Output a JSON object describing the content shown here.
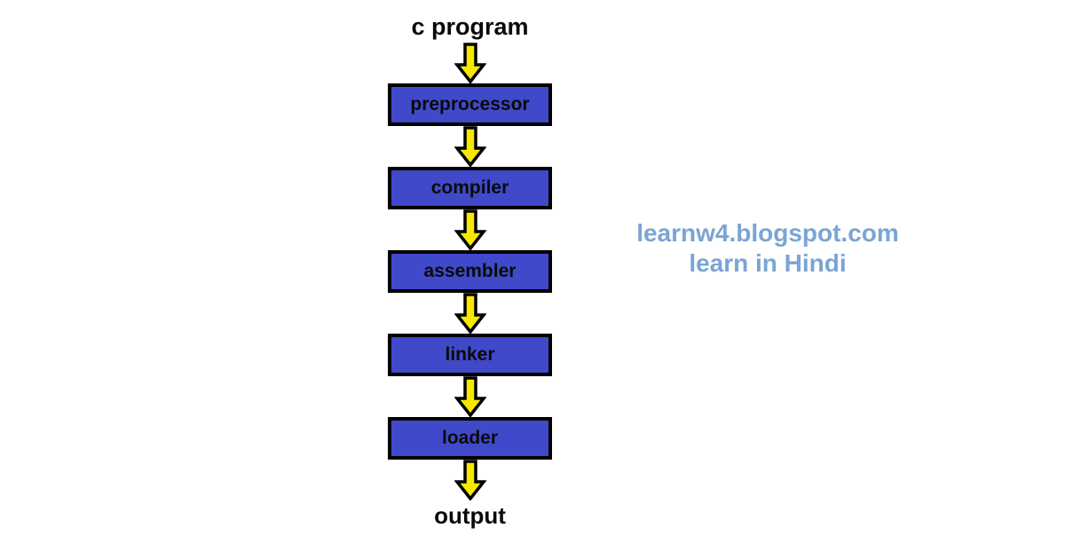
{
  "diagram": {
    "title": "c program",
    "stages": [
      {
        "label": "preprocessor"
      },
      {
        "label": "compiler"
      },
      {
        "label": "assembler"
      },
      {
        "label": "linker"
      },
      {
        "label": "loader"
      }
    ],
    "output_label": "output",
    "arrow_icon": "down-block-arrow",
    "colors": {
      "box_fill": "#3f49c9",
      "box_border": "#000000",
      "arrow_fill": "#f6e800",
      "arrow_outline": "#000000",
      "label_color": "#0a0a0a",
      "watermark_color": "#7aa5d4"
    }
  },
  "watermark": {
    "line1": "learnw4.blogspot.com",
    "line2": "learn in Hindi"
  }
}
